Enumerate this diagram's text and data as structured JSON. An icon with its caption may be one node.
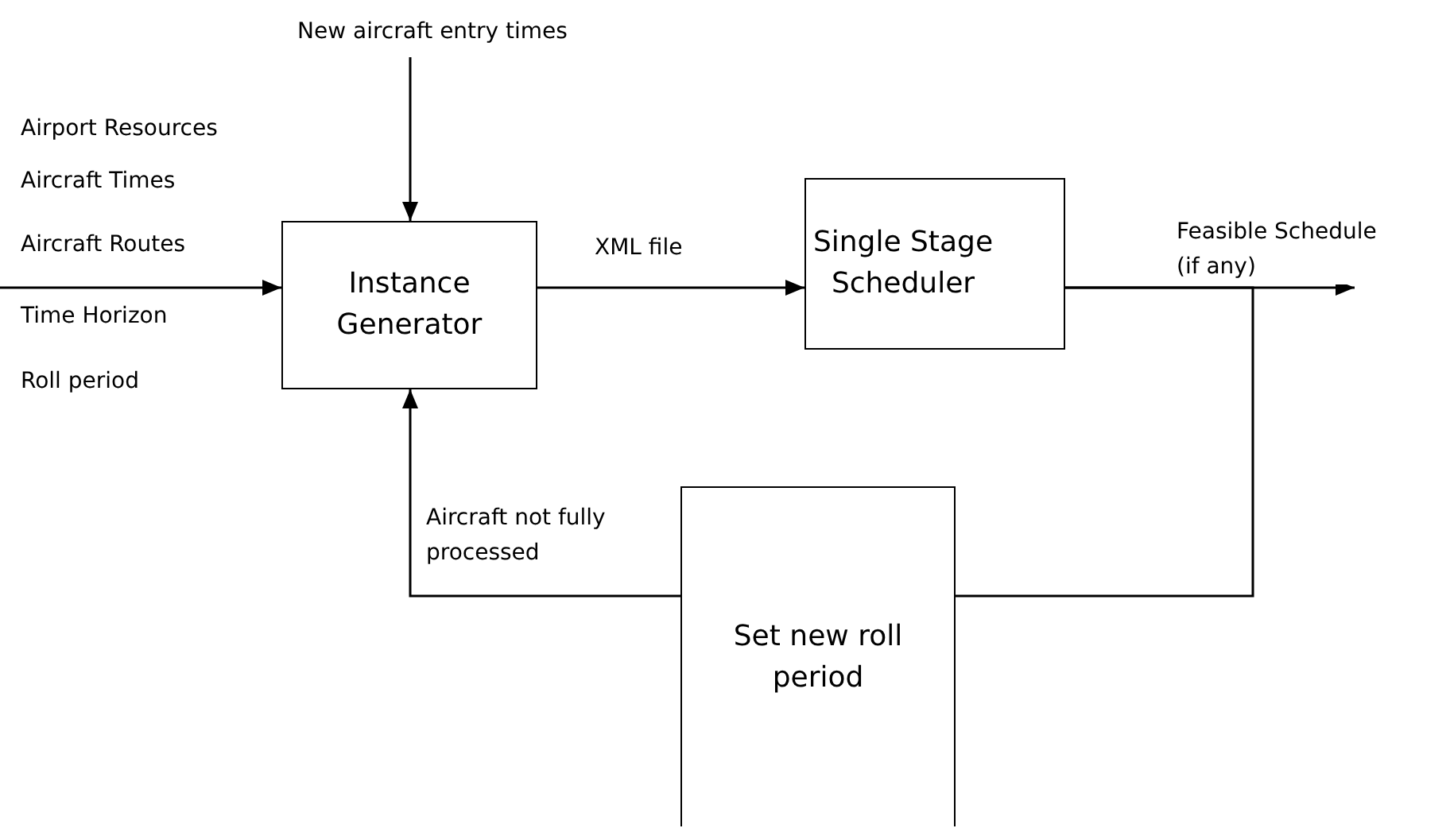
{
  "diagram": {
    "nodes": [
      {
        "text": [
          "New aircraft entry times"
        ]
      },
      {
        "text": [
          "Instance Generator"
        ]
      },
      {
        "text": [
          "Single Stage Scheduler"
        ]
      },
      {
        "text": [
          "Set new roll period"
        ]
      }
    ],
    "edges": [
      {
        "from": null,
        "to": 1,
        "arrow": "to"
      },
      {
        "from": 0,
        "to": 1,
        "arrow": "to"
      },
      {
        "from": 1,
        "to": 2,
        "arrow": "to",
        "label": "XML file"
      },
      {
        "from": 2,
        "to": null,
        "arrow": "to",
        "label": "Feasible Schedule (if any)"
      },
      {
        "from": 2,
        "to": 3,
        "arrow": "none"
      },
      {
        "from": 3,
        "to": 1,
        "arrow": "to",
        "label": "Aircraft not fully processed"
      }
    ],
    "labels": [
      "Airport Resources",
      "Aircraft Times",
      "Aircraft Routes",
      "Time Horizon",
      "Roll period"
    ]
  }
}
